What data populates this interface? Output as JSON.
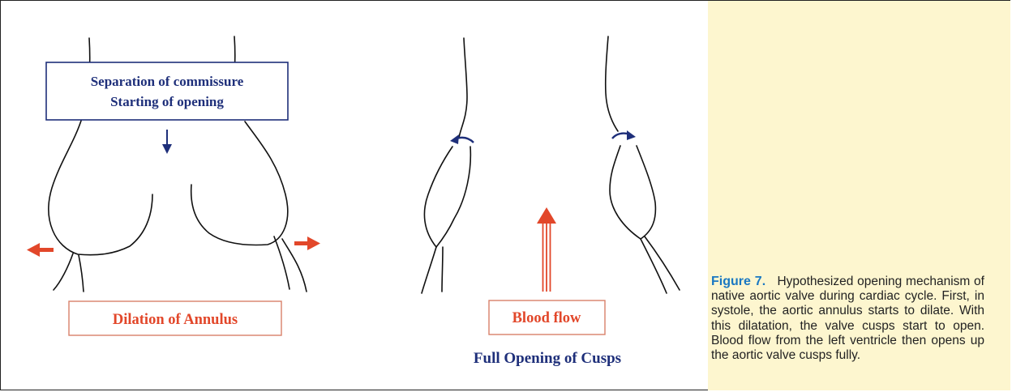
{
  "diagram": {
    "label_commissure_line1": "Separation of commissure",
    "label_commissure_line2": "Starting of opening",
    "label_annulus": "Dilation of Annulus",
    "label_blood_flow": "Blood flow",
    "label_full_opening": "Full Opening of Cusps",
    "colors": {
      "line": "#111111",
      "dark_blue": "#1e2f7a",
      "red": "#e2472a",
      "caption_bg": "#fdf6cf",
      "caption_title": "#1a78c2"
    }
  },
  "caption": {
    "title": "Figure 7.",
    "body": "Hypothesized opening mechanism of native aortic valve during cardiac cycle. First, in systole, the aortic annulus starts to dilate. With this dilatation, the valve cusps start to open. Blood flow from the left ventricle then opens up the aortic valve cusps fully."
  }
}
